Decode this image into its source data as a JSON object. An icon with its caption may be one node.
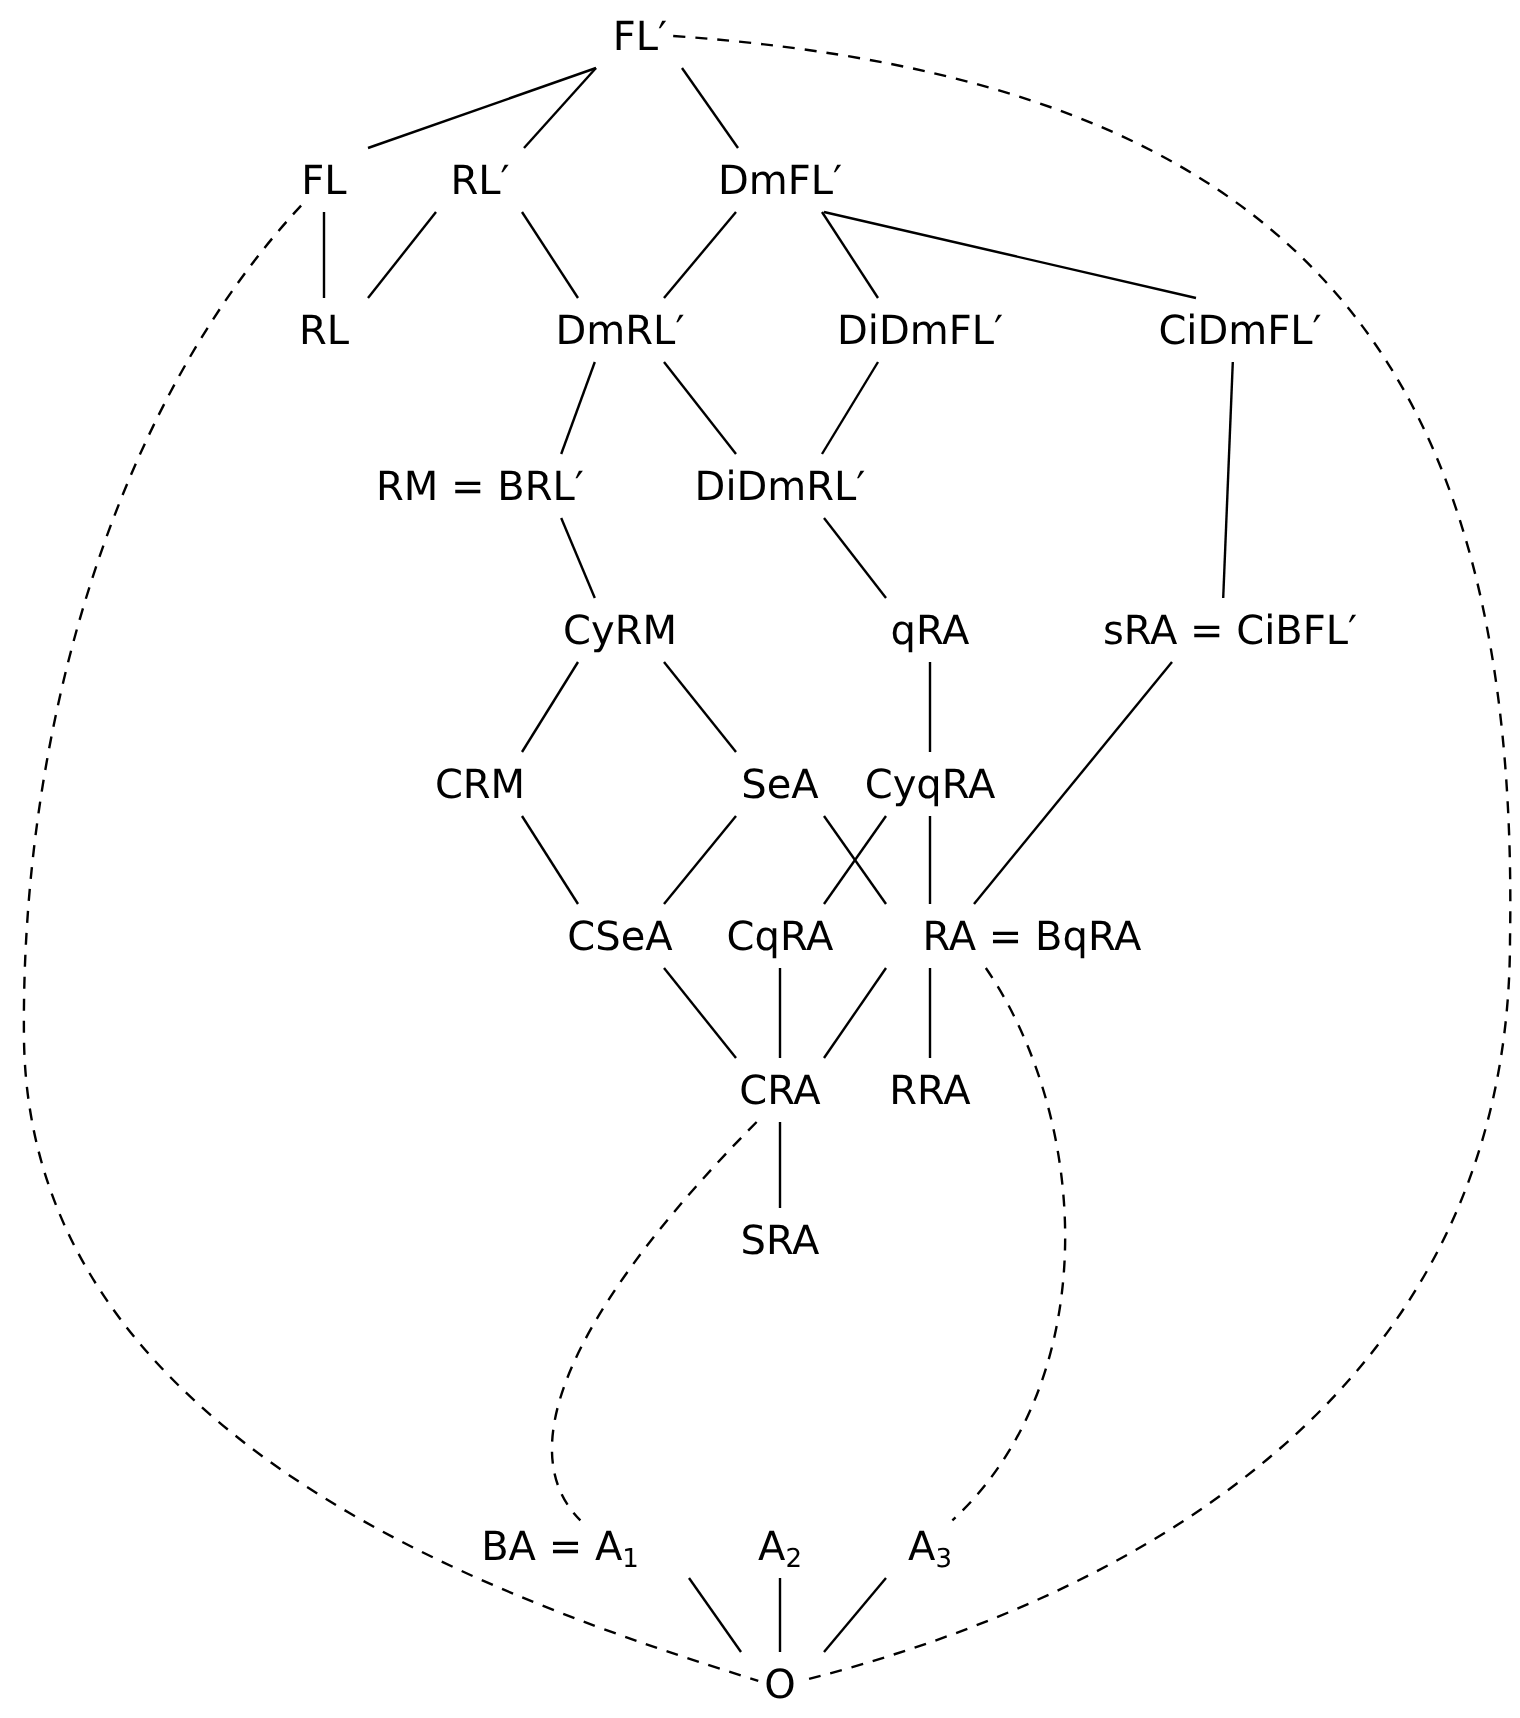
{
  "diagram": {
    "nodes": [
      {
        "text": [
          "FL′"
        ]
      },
      {
        "text": [
          "FL"
        ]
      },
      {
        "text": [
          "RL′"
        ]
      },
      {
        "text": [
          "DmFL′"
        ]
      },
      {
        "text": [
          "RL"
        ]
      },
      {
        "text": [
          "DmRL′"
        ]
      },
      {
        "text": [
          "DiDmFL′"
        ]
      },
      {
        "text": [
          "CiDmFL′"
        ]
      },
      {
        "text": [
          "RM = BRL′"
        ]
      },
      {
        "text": [
          "DiDmRL′"
        ]
      },
      {
        "text": [
          "CyRM"
        ]
      },
      {
        "text": [
          "qRA"
        ]
      },
      {
        "text": [
          "sRA = CiBFL′"
        ]
      },
      {
        "text": [
          "CRM"
        ]
      },
      {
        "text": [
          "SeA"
        ]
      },
      {
        "text": [
          "CyqRA"
        ]
      },
      {
        "text": [
          "CSeA"
        ]
      },
      {
        "text": [
          "CqRA"
        ]
      },
      {
        "text": [
          "RA = BqRA"
        ]
      },
      {
        "text": [
          "CRA"
        ]
      },
      {
        "text": [
          "RRA"
        ]
      },
      {
        "text": [
          "SRA"
        ]
      },
      {
        "text": [
          "BA = A$_{1}$"
        ]
      },
      {
        "text": [
          "A$_{2}$"
        ]
      },
      {
        "text": [
          "A$_{3}$"
        ]
      },
      {
        "text": [
          "O"
        ]
      }
    ],
    "edges": [
      {
        "from": 0,
        "to": 1,
        "arrow": "none"
      },
      {
        "from": 0,
        "to": 2,
        "arrow": "none"
      },
      {
        "from": 0,
        "to": 3,
        "arrow": "none"
      },
      {
        "from": 1,
        "to": 4,
        "arrow": "none"
      },
      {
        "from": 2,
        "to": 4,
        "arrow": "none"
      },
      {
        "from": 2,
        "to": 5,
        "arrow": "none"
      },
      {
        "from": 3,
        "to": 5,
        "arrow": "none"
      },
      {
        "from": 3,
        "to": 6,
        "arrow": "none"
      },
      {
        "from": 3,
        "to": 7,
        "arrow": "none"
      },
      {
        "from": 5,
        "to": 8,
        "arrow": "none"
      },
      {
        "from": 5,
        "to": 9,
        "arrow": "none"
      },
      {
        "from": 6,
        "to": 9,
        "arrow": "none"
      },
      {
        "from": 7,
        "to": 12,
        "arrow": "none"
      },
      {
        "from": 8,
        "to": 10,
        "arrow": "none"
      },
      {
        "from": 9,
        "to": 11,
        "arrow": "none"
      },
      {
        "from": 10,
        "to": 13,
        "arrow": "none"
      },
      {
        "from": 10,
        "to": 14,
        "arrow": "none"
      },
      {
        "from": 11,
        "to": 15,
        "arrow": "none"
      },
      {
        "from": 12,
        "to": 18,
        "arrow": "none"
      },
      {
        "from": 13,
        "to": 16,
        "arrow": "none"
      },
      {
        "from": 14,
        "to": 16,
        "arrow": "none"
      },
      {
        "from": 14,
        "to": 18,
        "arrow": "none"
      },
      {
        "from": 15,
        "to": 17,
        "arrow": "none"
      },
      {
        "from": 15,
        "to": 18,
        "arrow": "none"
      },
      {
        "from": 16,
        "to": 19,
        "arrow": "none"
      },
      {
        "from": 17,
        "to": 19,
        "arrow": "none"
      },
      {
        "from": 18,
        "to": 19,
        "arrow": "none"
      },
      {
        "from": 18,
        "to": 20,
        "arrow": "none"
      },
      {
        "from": 19,
        "to": 21,
        "arrow": "none"
      },
      {
        "from": 22,
        "to": 25,
        "arrow": "none"
      },
      {
        "from": 23,
        "to": 25,
        "arrow": "none"
      },
      {
        "from": 24,
        "to": 25,
        "arrow": "none"
      },
      {
        "from": 0,
        "to": 25,
        "arrow": "none",
        "style": "dashed"
      },
      {
        "from": 1,
        "to": 25,
        "arrow": "none",
        "style": "dashed"
      },
      {
        "from": 19,
        "to": 22,
        "arrow": "none",
        "style": "dashed"
      },
      {
        "from": 18,
        "to": 24,
        "arrow": "none",
        "style": "dashed"
      }
    ]
  }
}
